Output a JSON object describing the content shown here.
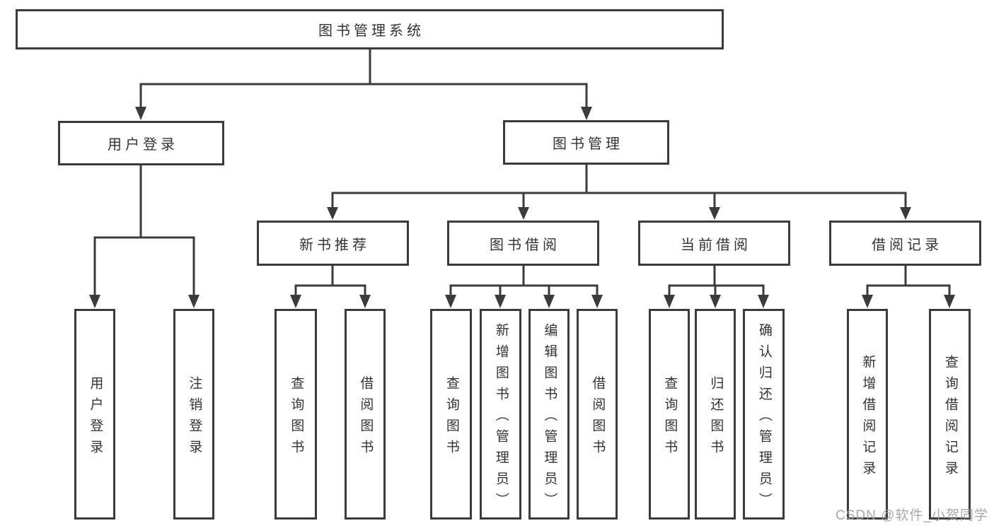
{
  "root": {
    "label": "图书管理系统"
  },
  "branches": [
    {
      "label": "用户登录",
      "children": [
        {
          "label": "用户登录"
        },
        {
          "label": "注销登录"
        }
      ]
    },
    {
      "label": "图书管理",
      "groups": [
        {
          "label": "新书推荐",
          "children": [
            {
              "label": "查询图书"
            },
            {
              "label": "借阅图书"
            }
          ]
        },
        {
          "label": "图书借阅",
          "children": [
            {
              "label": "查询图书"
            },
            {
              "label": "新增图书（管理员）"
            },
            {
              "label": "编辑图书（管理员）"
            },
            {
              "label": "借阅图书"
            }
          ]
        },
        {
          "label": "当前借阅",
          "children": [
            {
              "label": "查询图书"
            },
            {
              "label": "归还图书"
            },
            {
              "label": "确认归还（管理员）"
            }
          ]
        },
        {
          "label": "借阅记录",
          "children": [
            {
              "label": "新增借阅记录"
            },
            {
              "label": "查询借阅记录"
            }
          ]
        }
      ]
    }
  ],
  "watermark": "CSDN @软件_小贺同学",
  "colors": {
    "line": "#3b3b3b",
    "text": "#333333",
    "background": "#ffffff",
    "watermark": "#9e9e9e"
  }
}
